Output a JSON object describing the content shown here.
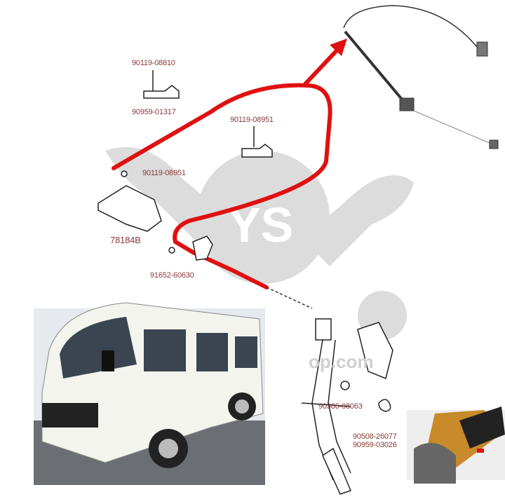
{
  "colors": {
    "cable": "#e01010",
    "label": "#8a3a3a",
    "arrow": "#e01010",
    "watermark": "#d8d8d8"
  },
  "watermark": {
    "logo_text": "YS",
    "site_text": "op.com"
  },
  "labels": {
    "bolt_top": "90119-08810",
    "clamp_top": "90959-01317",
    "bolt_middle": "90119-08951",
    "bolt_left": "90119-08951",
    "bracket": "78184B",
    "grommet": "91652-60630",
    "bushing": "90386-08063",
    "spring_clip": "90508-26077",
    "spring": "90959-03026"
  },
  "photos": {
    "van": "white-van-photo",
    "pedal": "foot-on-pedal-photo",
    "cable": "throttle-cable-photo"
  }
}
